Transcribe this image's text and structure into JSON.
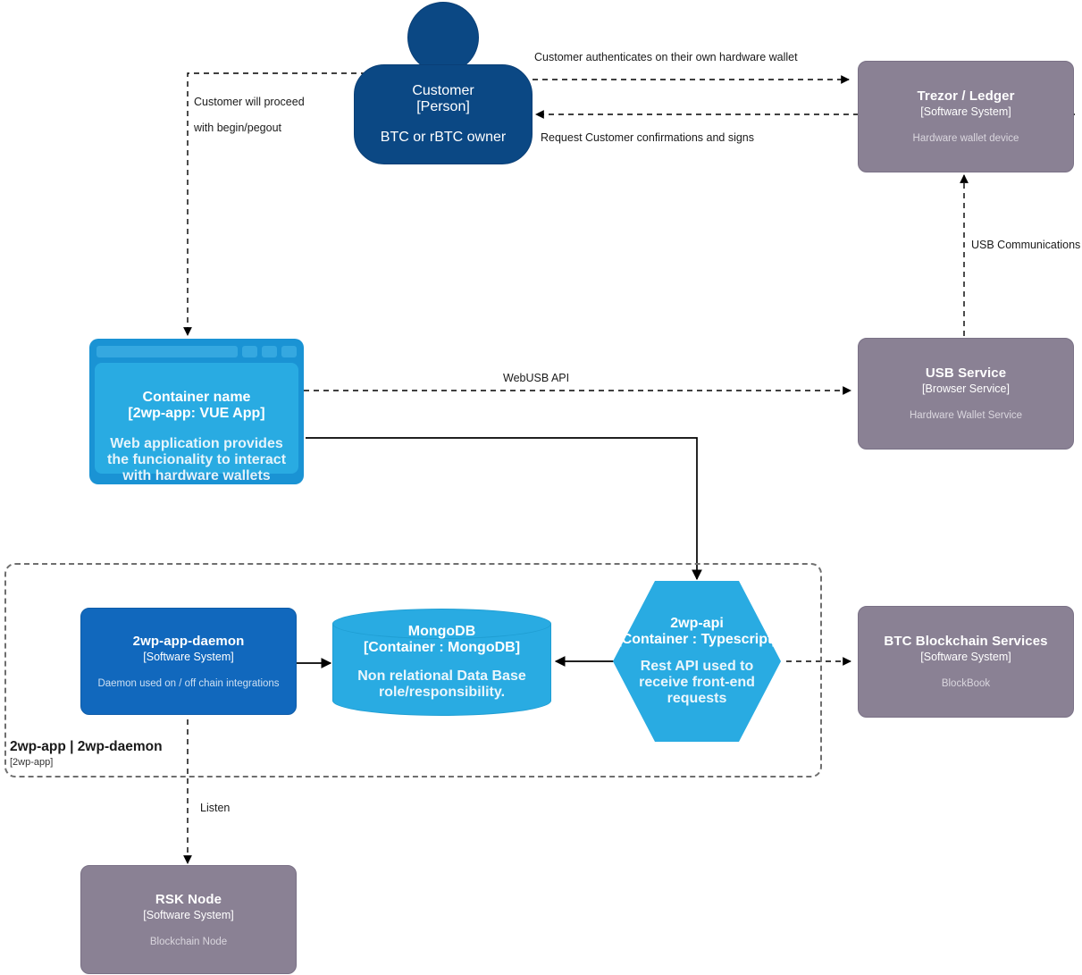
{
  "diagram": {
    "type": "C4 container diagram",
    "palette": {
      "person": "#0b4884",
      "software_system": "#1168bd",
      "container": "#29abe2",
      "external_system": "#8a8194",
      "boundary_stroke": "#6f6f6f",
      "edge_stroke": "#000000",
      "background": "#ffffff"
    }
  },
  "nodes": {
    "customer": {
      "title": "Customer",
      "type": "[Person]",
      "description": "BTC or rBTC owner",
      "shape": "person"
    },
    "trezor_ledger": {
      "title": "Trezor / Ledger",
      "type": "[Software System]",
      "description": "Hardware wallet device",
      "shape": "external-box"
    },
    "usb_service": {
      "title": "USB Service",
      "type": "[Browser Service]",
      "description": "Hardware Wallet Service",
      "shape": "external-box"
    },
    "web_app": {
      "title": "Container name",
      "type": "[2wp-app: VUE App]",
      "description": "Web application provides the funcionality to interact with hardware wallets",
      "shape": "browser-window"
    },
    "daemon": {
      "title": "2wp-app-daemon",
      "type": "[Software System]",
      "description": "Daemon used on / off chain integrations",
      "shape": "box"
    },
    "mongodb": {
      "title": "MongoDB",
      "type": "[Container : MongoDB]",
      "description": "Non relational Data Base role/responsibility.",
      "shape": "cylinder"
    },
    "api": {
      "title": "2wp-api",
      "type": "[Container : Typescript]",
      "description": "Rest API used to receive front-end requests",
      "shape": "hexagon"
    },
    "btc_blockchain": {
      "title": "BTC Blockchain Services",
      "type": "[Software System]",
      "description": "BlockBook",
      "shape": "external-box"
    },
    "rsk_node": {
      "title": "RSK Node",
      "type": "[Software System]",
      "description": "Blockchain Node",
      "shape": "external-box"
    }
  },
  "boundary": {
    "name": "2wp-app | 2wp-daemon",
    "type": "[2wp-app]"
  },
  "edges": [
    {
      "id": "customer-to-trezor",
      "from": "customer",
      "to": "trezor_ledger",
      "label": "Customer authenticates on their own hardware wallet",
      "style": "dashed",
      "direction": "right"
    },
    {
      "id": "trezor-to-customer",
      "from": "trezor_ledger",
      "to": "customer",
      "label": "Request Customer confirmations and signs",
      "style": "dashed",
      "direction": "left"
    },
    {
      "id": "customer-to-webapp",
      "from": "customer",
      "to": "web_app",
      "label_line_1": "Customer will proceed",
      "label_line_2": "with begin/pegout",
      "style": "dashed",
      "direction": "down"
    },
    {
      "id": "usbservice-to-trezor",
      "from": "usb_service",
      "to": "trezor_ledger",
      "label": "USB Communications",
      "style": "dashed",
      "direction": "up"
    },
    {
      "id": "webapp-to-usbservice",
      "from": "web_app",
      "to": "usb_service",
      "label": "WebUSB API",
      "style": "dashed",
      "direction": "right"
    },
    {
      "id": "webapp-to-api",
      "from": "web_app",
      "to": "api",
      "label": "",
      "style": "solid",
      "direction": "down"
    },
    {
      "id": "daemon-to-mongodb",
      "from": "daemon",
      "to": "mongodb",
      "label": "",
      "style": "solid",
      "direction": "right"
    },
    {
      "id": "api-to-mongodb",
      "from": "api",
      "to": "mongodb",
      "label": "",
      "style": "solid",
      "direction": "left"
    },
    {
      "id": "api-to-btc",
      "from": "api",
      "to": "btc_blockchain",
      "label": "",
      "style": "dashed",
      "direction": "right"
    },
    {
      "id": "daemon-to-rsknode",
      "from": "daemon",
      "to": "rsk_node",
      "label": "Listen",
      "style": "dashed",
      "direction": "down"
    }
  ]
}
